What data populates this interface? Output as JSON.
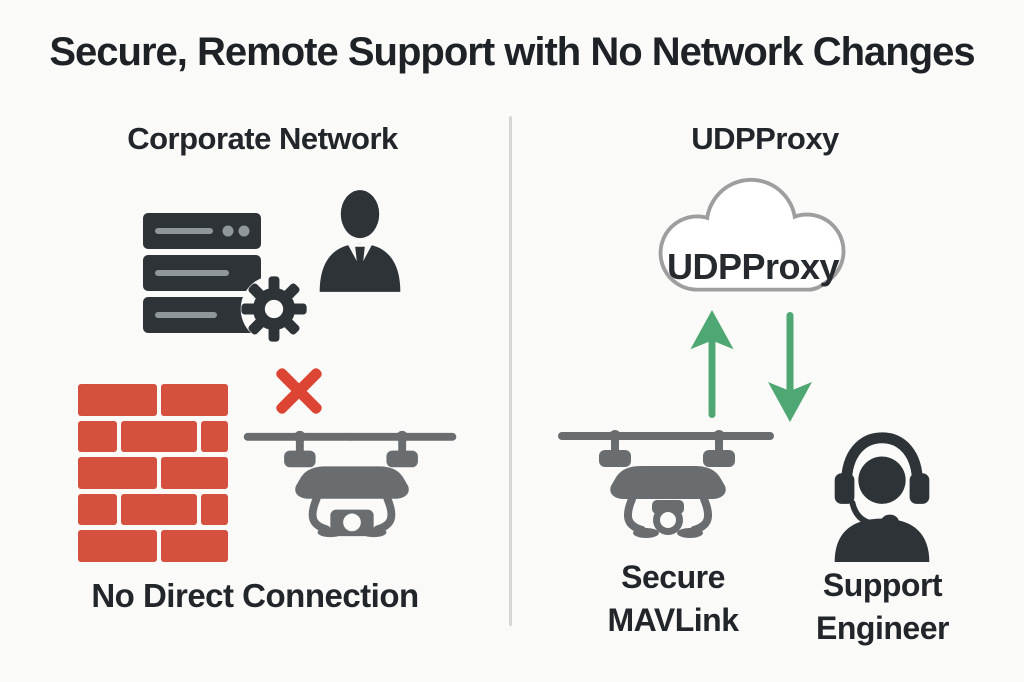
{
  "title": "Secure, Remote Support with No Network Changes",
  "left_panel": {
    "heading": "Corporate Network",
    "caption": "No Direct Connection",
    "icons": [
      "server-icon",
      "gear-icon",
      "business-person-icon",
      "firewall-brick-wall-icon",
      "blocked-x-icon",
      "drone-icon"
    ]
  },
  "right_panel": {
    "heading": "UDPProxy",
    "cloud_label": "UDPProxy",
    "icons": [
      "cloud-icon",
      "arrow-up-icon",
      "arrow-down-icon",
      "drone-icon",
      "support-engineer-headset-icon"
    ],
    "drone_caption": {
      "line1": "Secure",
      "line2": "MAVLink"
    },
    "engineer_caption": {
      "line1": "Support",
      "line2": "Engineer"
    }
  },
  "colors": {
    "background": "#FAFAF8",
    "text": "#22262A",
    "icon_dark": "#2E3338",
    "drone_gray": "#696D70",
    "brick_red": "#D5503E",
    "x_red": "#DC4433",
    "arrow_green": "#4FA873",
    "cloud_outline": "#9E9E9E",
    "divider": "#D6D6D4"
  }
}
